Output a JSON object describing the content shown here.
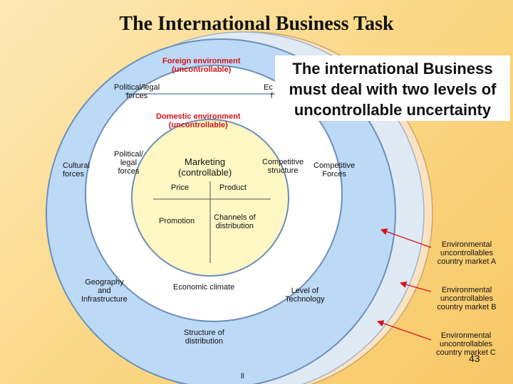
{
  "title": "The International Business Task",
  "callout": {
    "line1": "The international Business",
    "line2": "must deal with two levels of",
    "line3": "uncontrollable uncertainty"
  },
  "outer_ring": {
    "foreign_env_line1": "Foreign environment",
    "foreign_env_line2": "(uncontrollable)",
    "political_legal_line1": "Political/legal",
    "political_legal_line2": "forces",
    "economic_fragment_line1": "Ec",
    "economic_fragment_line2": "f",
    "cultural_line1": "Cultural",
    "cultural_line2": "forces",
    "geography_line1": "Geography",
    "geography_line2": "and",
    "geography_line3": "Infrastructure",
    "economic_climate": "Economic climate",
    "technology_line1": "Level of",
    "technology_line2": "Technology",
    "structure_dist_line1": "Structure of",
    "structure_dist_line2": "distribution",
    "competitive_forces_line1": "Competitive",
    "competitive_forces_line2": "Forces"
  },
  "domestic_ring": {
    "domestic_env_line1": "Domestic environment",
    "domestic_env_line2": "(uncontrollable)",
    "political_legal_line1": "Political/",
    "political_legal_line2": "legal",
    "political_legal_line3": "forces",
    "competitive_structure_line1": "Competitive",
    "competitive_structure_line2": "structure"
  },
  "core": {
    "marketing_line1": "Marketing",
    "marketing_line2": "(controllable)",
    "price": "Price",
    "product": "Product",
    "promotion": "Promotion",
    "channels_line1": "Channels of",
    "channels_line2": "distribution"
  },
  "markets": [
    {
      "line1": "Environmental",
      "line2": "uncontrollables",
      "line3": "country market A"
    },
    {
      "line1": "Environmental",
      "line2": "uncontrollables",
      "line3": "country market B"
    },
    {
      "line1": "Environmental",
      "line2": "uncontrollables",
      "line3": "country market C"
    }
  ],
  "page_number": "43",
  "bottom_mark": "ll",
  "colors": {
    "outer_ring": "#bcd9f6",
    "domestic_ring": "#ffffff",
    "core": "#fff7c4",
    "edge": "#6d8fb8",
    "arrow": "#d4141a",
    "highlight": "#d4141a"
  }
}
